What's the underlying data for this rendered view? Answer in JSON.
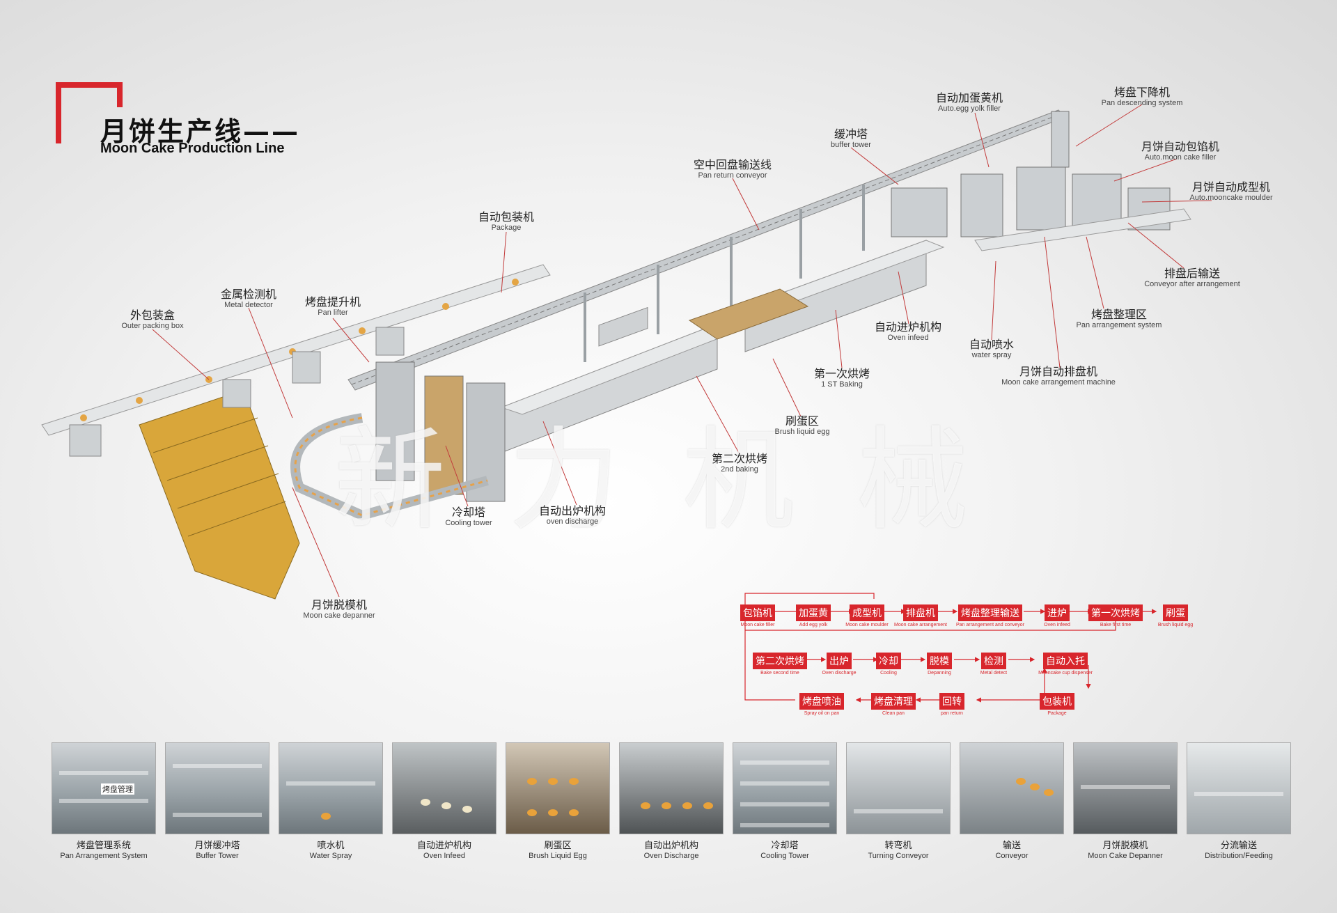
{
  "header": {
    "title_cn": "月饼生产线——",
    "title_en": "Moon Cake Production Line"
  },
  "watermark": "新力机械",
  "callouts": [
    {
      "cn": "烤盘下降机",
      "en": "Pan descending system"
    },
    {
      "cn": "自动加蛋黄机",
      "en": "Auto.egg yolk filler"
    },
    {
      "cn": "缓冲塔",
      "en": "buffer tower"
    },
    {
      "cn": "月饼自动包馅机",
      "en": "Auto.moon cake filler"
    },
    {
      "cn": "空中回盘输送线",
      "en": "Pan return conveyor"
    },
    {
      "cn": "月饼自动成型机",
      "en": "Auto.mooncake moulder"
    },
    {
      "cn": "自动包装机",
      "en": "Package"
    },
    {
      "cn": "排盘后输送",
      "en": "Conveyor after arrangement"
    },
    {
      "cn": "金属检测机",
      "en": "Metal detector"
    },
    {
      "cn": "烤盘提升机",
      "en": "Pan lifter"
    },
    {
      "cn": "外包装盒",
      "en": "Outer packing box"
    },
    {
      "cn": "烤盘整理区",
      "en": "Pan arrangement system"
    },
    {
      "cn": "自动进炉机构",
      "en": "Oven infeed"
    },
    {
      "cn": "自动喷水",
      "en": "water spray"
    },
    {
      "cn": "月饼自动排盘机",
      "en": "Moon cake arrangement machine"
    },
    {
      "cn": "第一次烘烤",
      "en": "1 ST Baking"
    },
    {
      "cn": "刷蛋区",
      "en": "Brush liquid egg"
    },
    {
      "cn": "第二次烘烤",
      "en": "2nd baking"
    },
    {
      "cn": "自动出炉机构",
      "en": "oven discharge"
    },
    {
      "cn": "冷却塔",
      "en": "Cooling tower"
    },
    {
      "cn": "月饼脱模机",
      "en": "Moon cake depanner"
    }
  ],
  "flow": {
    "row1": [
      {
        "cn": "包馅机",
        "en": "Moon cake filler"
      },
      {
        "cn": "加蛋黄",
        "en": "Add egg yolk"
      },
      {
        "cn": "成型机",
        "en": "Moon cake moulder"
      },
      {
        "cn": "排盘机",
        "en": "Moon cake arrangement"
      },
      {
        "cn": "烤盘整理输送",
        "en": "Pan arrangement and conveyor"
      },
      {
        "cn": "进炉",
        "en": "Oven infeed"
      },
      {
        "cn": "第一次烘烤",
        "en": "Bake first time"
      },
      {
        "cn": "刷蛋",
        "en": "Brush liquid egg"
      }
    ],
    "row2": [
      {
        "cn": "第二次烘烤",
        "en": "Bake second time"
      },
      {
        "cn": "出炉",
        "en": "Oven discharge"
      },
      {
        "cn": "冷却",
        "en": "Cooling"
      },
      {
        "cn": "脱模",
        "en": "Depanning"
      },
      {
        "cn": "检测",
        "en": "Metal detect"
      },
      {
        "cn": "自动入托",
        "en": "Mooncake cup dispenser"
      }
    ],
    "row3": [
      {
        "cn": "烤盘喷油",
        "en": "Spray oil on pan"
      },
      {
        "cn": "烤盘清理",
        "en": "Clean pan"
      },
      {
        "cn": "回转",
        "en": "pan return"
      },
      {
        "cn": "包装机",
        "en": "Package"
      }
    ]
  },
  "photos": [
    {
      "cn": "烤盘管理系统",
      "en": "Pan Arrangement System",
      "overlay": "烤盘管理"
    },
    {
      "cn": "月饼缓冲塔",
      "en": "Buffer Tower",
      "overlay": ""
    },
    {
      "cn": "喷水机",
      "en": "Water Spray",
      "overlay": ""
    },
    {
      "cn": "自动进炉机构",
      "en": "Oven Infeed",
      "overlay": ""
    },
    {
      "cn": "刷蛋区",
      "en": "Brush Liquid Egg",
      "overlay": ""
    },
    {
      "cn": "自动出炉机构",
      "en": "Oven Discharge",
      "overlay": ""
    },
    {
      "cn": "冷却塔",
      "en": "Cooling Tower",
      "overlay": ""
    },
    {
      "cn": "转弯机",
      "en": "Turning Conveyor",
      "overlay": ""
    },
    {
      "cn": "输送",
      "en": "Conveyor",
      "overlay": ""
    },
    {
      "cn": "月饼脱模机",
      "en": "Moon Cake Depanner",
      "overlay": ""
    },
    {
      "cn": "分流输送",
      "en": "Distribution/Feeding",
      "overlay": ""
    }
  ],
  "colors": {
    "accent": "#d8262c",
    "steel": "#b9bec2",
    "crate": "#d9a63a"
  }
}
